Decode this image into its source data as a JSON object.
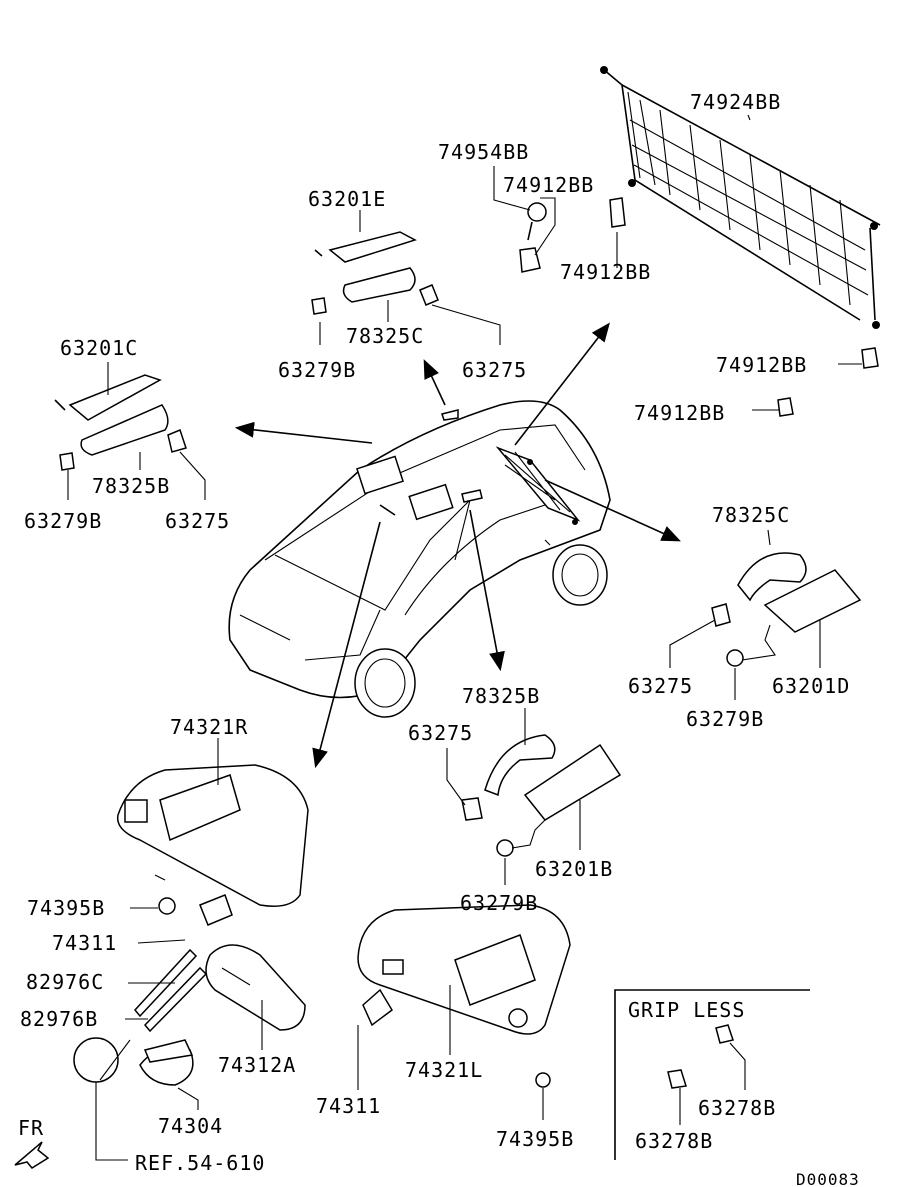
{
  "labels": {
    "p74924BB": "74924BB",
    "p74954BB": "74954BB",
    "p74912BB_a": "74912BB",
    "p74912BB_b": "74912BB",
    "p74912BB_c": "74912BB",
    "p74912BB_d": "74912BB",
    "p63201E": "63201E",
    "p78325C_top": "78325C",
    "p63279B_top": "63279B",
    "p63275_top": "63275",
    "p63201C": "63201C",
    "p78325B_left": "78325B",
    "p63279B_left": "63279B",
    "p63275_left": "63275",
    "p78325C_right": "78325C",
    "p63275_right": "63275",
    "p63201D": "63201D",
    "p63279B_right": "63279B",
    "p78325B_mid": "78325B",
    "p63275_mid": "63275",
    "p63201B": "63201B",
    "p63279B_mid": "63279B",
    "p74321R": "74321R",
    "p74395B_left": "74395B",
    "p74311_left": "74311",
    "p82976C": "82976C",
    "p82976B": "82976B",
    "p74312A": "74312A",
    "p74304": "74304",
    "p74321L": "74321L",
    "p74311_bottom": "74311",
    "p74395B_bottom": "74395B",
    "ref": "REF.54-610",
    "fr": "FR",
    "grip_less": "GRIP LESS",
    "p63278B_a": "63278B",
    "p63278B_b": "63278B",
    "code": "D00083"
  }
}
